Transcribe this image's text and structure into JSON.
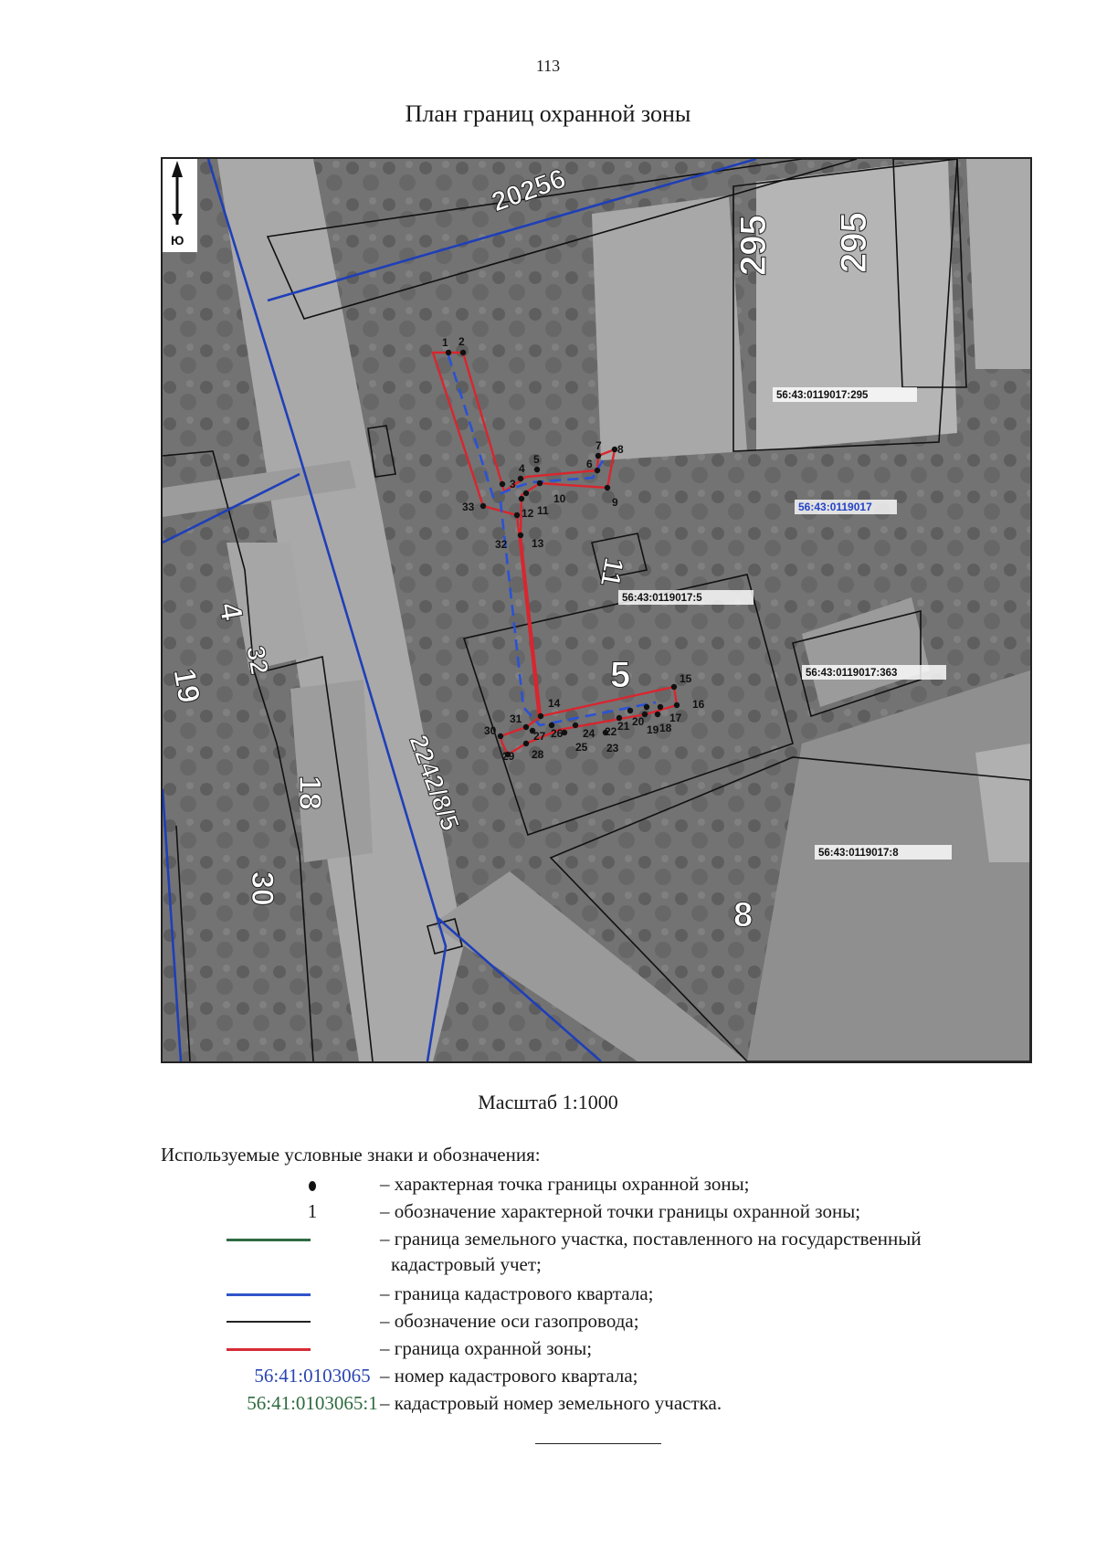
{
  "page": {
    "number": "113",
    "title": "План границ охранной зоны",
    "scale": "Масштаб 1:1000",
    "legend_title": "Используемые условные знаки и обозначения:"
  },
  "map": {
    "north_arrow_label": "Ю",
    "road_labels": [
      "20256",
      "2242/8/5"
    ],
    "house_numbers": [
      "295",
      "295",
      "11",
      "5",
      "4",
      "32",
      "19",
      "18",
      "30",
      "8"
    ],
    "parcel_labels": [
      "56:43:0119017:295",
      "56:43:0119017:5",
      "56:43:0119017:363",
      "56:43:0119017:8"
    ],
    "quarter_label": "56:43:0119017",
    "point_labels": [
      "1",
      "2",
      "3",
      "4",
      "5",
      "6",
      "7",
      "8",
      "9",
      "10",
      "11",
      "12",
      "13",
      "14",
      "15",
      "16",
      "17",
      "18",
      "19",
      "20",
      "21",
      "22",
      "23",
      "24",
      "25",
      "26",
      "27",
      "28",
      "29",
      "30",
      "31",
      "32",
      "33"
    ],
    "colors": {
      "quarter_boundary": "#1f3fb8",
      "parcel_boundary": "#111111",
      "protection_zone": "#d8262f",
      "gas_axis": "#2a52d6",
      "quarter_label": "#2444c8"
    }
  },
  "legend": {
    "items": [
      {
        "symbol": "•",
        "text": "– характерная точка границы охранной зоны;"
      },
      {
        "symbol": "1",
        "text": "– обозначение характерной точки границы охранной зоны;"
      },
      {
        "symbol": "",
        "color": "#2f6b43",
        "text": "– граница земельного участка, поставленного на государственный",
        "text2": "кадастровый учет;"
      },
      {
        "symbol": "",
        "color": "#2f55c9",
        "text": "– граница кадастрового квартала;"
      },
      {
        "symbol": "",
        "color": "#222222",
        "text": "– обозначение оси газопровода;"
      },
      {
        "symbol": "",
        "color": "#d62b35",
        "text": "– граница охранной зоны;"
      },
      {
        "symbol": "56:41:0103065",
        "color": "#2a45b0",
        "text": "– номер кадастрового квартала;"
      },
      {
        "symbol": "56:41:0103065:1",
        "color": "#2e6a3e",
        "text": "– кадастровый номер земельного участка."
      }
    ]
  }
}
